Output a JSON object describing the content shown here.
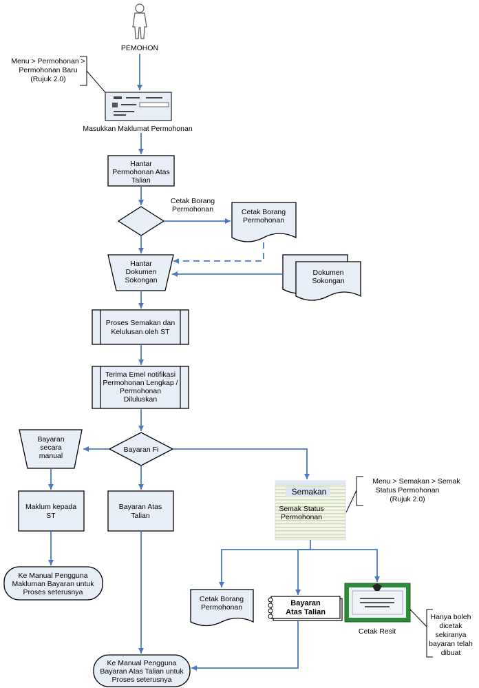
{
  "diagram": {
    "actor": "PEMOHON",
    "note_menu_permohonan": [
      "Menu > Permohonan >",
      "Permohonan Baru",
      "(Rujuk 2.0)"
    ],
    "form_caption": "Masukkan Maklumat Permohonan",
    "hantar_permohonan": [
      "Hantar",
      "Permohonan Atas",
      "Talian"
    ],
    "decision_label": [
      "Cetak Borang",
      "Permohonan"
    ],
    "cetak_borang_doc": [
      "Cetak Borang",
      "Permohonan"
    ],
    "hantar_dokumen": [
      "Hantar",
      "Dokumen",
      "Sokongan"
    ],
    "dokumen_sokongan": [
      "Dokumen",
      "Sokongan"
    ],
    "proses_semakan": [
      "Proses Semakan dan",
      "Kelulusan oleh ST"
    ],
    "terima_emel": [
      "Terima Emel notifikasi",
      "Permohonan Lengkap /",
      "Permohonan",
      "Diluluskan"
    ],
    "bayaran_fi": "Bayaran Fi",
    "bayaran_manual": [
      "Bayaran",
      "secara",
      "manual"
    ],
    "maklum_st": [
      "Maklum kepada",
      "ST"
    ],
    "bayaran_atas_talian": [
      "Bayaran Atas",
      "Talian"
    ],
    "ke_manual_maklumAN": [
      "Ke Manual Pengguna",
      "Makluman Bayaran untuk",
      "Proses seterusnya"
    ],
    "semakan_tab": "Semakan",
    "semakan_status": [
      "Semak Status",
      "Permohonan"
    ],
    "note_menu_semakan": [
      "Menu > Semakan > Semak",
      "Status Permohonan",
      "(Rujuk 2.0)"
    ],
    "cetak_borang_doc2": [
      "Cetak Borang",
      "Permohonan"
    ],
    "book_bayaran": [
      "Bayaran",
      "Atas Talian"
    ],
    "cetak_resit": "Cetak Resit",
    "note_resit": [
      "Hanya boleh",
      "dicetak",
      "sekiranya",
      "bayaran telah",
      "dibuat"
    ],
    "ke_manual_atas_talian": [
      "Ke Manual Pengguna",
      "Bayaran Atas Talian untuk",
      "Proses seterusnya"
    ]
  },
  "colors": {
    "connector": "#4a78c2",
    "process_fill": "#e8eef7",
    "certificate_border": "#2e8b3a"
  }
}
